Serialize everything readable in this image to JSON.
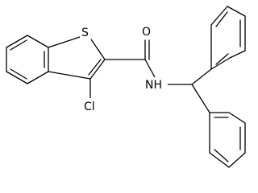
{
  "molecule": {
    "atoms": {
      "sulfur": "S",
      "oxygen": "O",
      "nitrogen": "NH",
      "chlorine": "Cl"
    }
  }
}
